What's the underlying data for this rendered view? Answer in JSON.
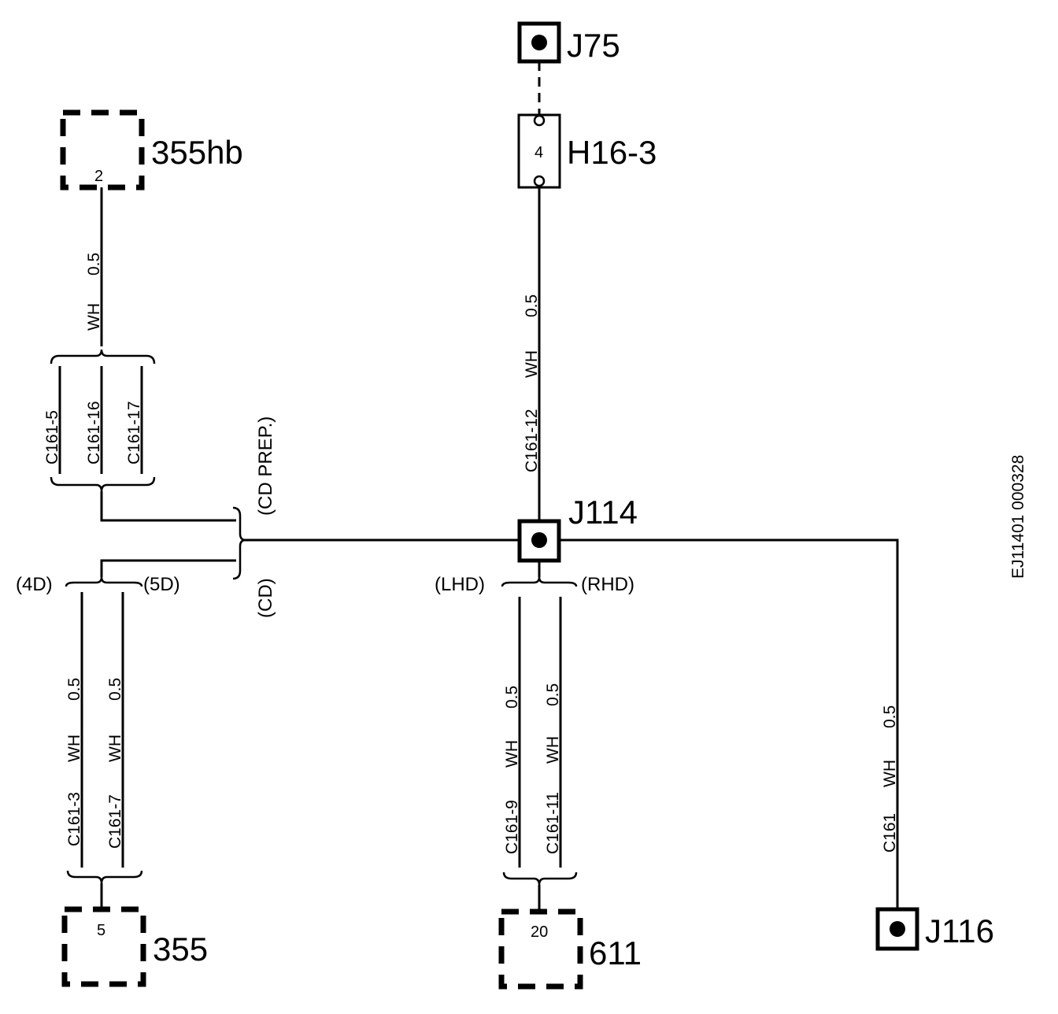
{
  "components": {
    "j75": "J75",
    "h16_3": "H16-3",
    "h16_3_pin": "4",
    "j114": "J114",
    "j116": "J116",
    "c355hb": "355hb",
    "c355hb_pin": "2",
    "c355": "355",
    "c355_pin": "5",
    "c611": "611",
    "c611_pin": "20"
  },
  "wires": {
    "w355hb": {
      "size": "0.5",
      "color": "WH"
    },
    "w_h16": {
      "size": "0.5",
      "color": "WH",
      "conn": "C161-12"
    },
    "w_j116": {
      "size": "0.5",
      "color": "WH",
      "conn": "C161"
    },
    "w_4d": {
      "size": "0.5",
      "color": "WH",
      "conn": "C161-3"
    },
    "w_5d": {
      "size": "0.5",
      "color": "WH",
      "conn": "C161-7"
    },
    "w_lhd": {
      "size": "0.5",
      "color": "WH",
      "conn": "C161-9"
    },
    "w_rhd": {
      "size": "0.5",
      "color": "WH",
      "conn": "C161-11"
    }
  },
  "options": {
    "top_group": [
      "C161-5",
      "C161-16",
      "C161-17"
    ],
    "cd_prep": "(CD PREP.)",
    "cd": "(CD)",
    "d4": "(4D)",
    "d5": "(5D)",
    "lhd": "(LHD)",
    "rhd": "(RHD)"
  },
  "figure_id": "EJ11401 000328"
}
